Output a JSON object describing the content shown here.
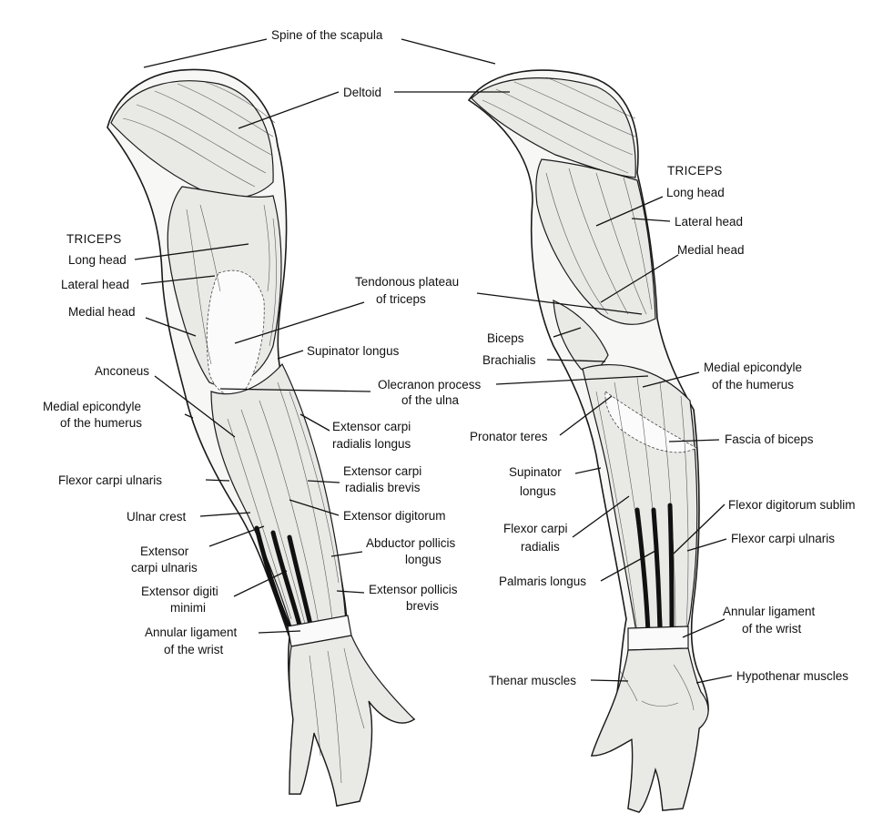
{
  "shared_labels": {
    "spine_of_scapula": "Spine of the scapula",
    "deltoid": "Deltoid",
    "tendonous_plateau_1": "Tendonous plateau",
    "tendonous_plateau_2": "of triceps",
    "olecranon_1": "Olecranon process",
    "olecranon_2": "of the ulna"
  },
  "left_arm": {
    "triceps_heading": "TRICEPS",
    "long_head": "Long head",
    "lateral_head": "Lateral head",
    "medial_head": "Medial head",
    "anconeus": "Anconeus",
    "medial_epicondyle_1": "Medial epicondyle",
    "medial_epicondyle_2": "of the humerus",
    "flexor_carpi_ulnaris": "Flexor carpi ulnaris",
    "ulnar_crest": "Ulnar crest",
    "extensor_carpi_ulnaris_1": "Extensor",
    "extensor_carpi_ulnaris_2": "carpi ulnaris",
    "extensor_digiti_minimi_1": "Extensor digiti",
    "extensor_digiti_minimi_2": "minimi",
    "annular_ligament_1": "Annular ligament",
    "annular_ligament_2": "of the wrist",
    "supinator_longus": "Supinator longus",
    "ext_carpi_rad_longus_1": "Extensor carpi",
    "ext_carpi_rad_longus_2": "radialis longus",
    "ext_carpi_rad_brevis_1": "Extensor carpi",
    "ext_carpi_rad_brevis_2": "radialis brevis",
    "extensor_digitorum": "Extensor digitorum",
    "abductor_pollicis_1": "Abductor pollicis",
    "abductor_pollicis_2": "longus",
    "extensor_pollicis_1": "Extensor pollicis",
    "extensor_pollicis_2": "brevis"
  },
  "right_arm": {
    "triceps_heading": "TRICEPS",
    "long_head": "Long head",
    "lateral_head": "Lateral head",
    "medial_head": "Medial head",
    "biceps": "Biceps",
    "brachialis": "Brachialis",
    "medial_epicondyle_1": "Medial epicondyle",
    "medial_epicondyle_2": "of the humerus",
    "pronator_teres": "Pronator teres",
    "fascia_of_biceps": "Fascia of biceps",
    "supinator_longus_1": "Supinator",
    "supinator_longus_2": "longus",
    "flexor_digitorum_sublim": "Flexor digitorum sublim",
    "flexor_carpi_radialis_1": "Flexor carpi",
    "flexor_carpi_radialis_2": "radialis",
    "flexor_carpi_ulnaris": "Flexor carpi ulnaris",
    "palmaris_longus": "Palmaris longus",
    "annular_ligament_1": "Annular ligament",
    "annular_ligament_2": "of the wrist",
    "thenar_muscles": "Thenar muscles",
    "hypothenar_muscles": "Hypothenar muscles"
  }
}
